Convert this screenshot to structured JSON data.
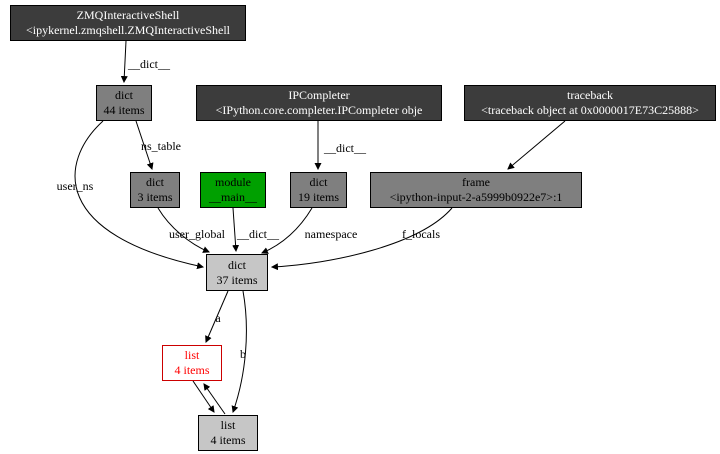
{
  "diagram": {
    "title": "object reference graph",
    "colors": {
      "dark_node_bg": "#3c3c3c",
      "dark_node_text": "#ffffff",
      "mid_node_bg": "#7f7f7f",
      "light_node_bg": "#c6c6c6",
      "green_node_bg": "#00a000",
      "highlight_text": "#ff0000",
      "edge_color": "#000000",
      "background": "#ffffff"
    },
    "nodes": [
      {
        "id": "zmq-shell",
        "line1": "ZMQInteractiveShell",
        "line2": "<ipykernel.zmqshell.ZMQInteractiveShell"
      },
      {
        "id": "dict-44",
        "line1": "dict",
        "line2": "44 items"
      },
      {
        "id": "ipcompleter",
        "line1": "IPCompleter",
        "line2": "<IPython.core.completer.IPCompleter obje"
      },
      {
        "id": "traceback",
        "line1": "traceback",
        "line2": "<traceback object at 0x0000017E73C25888>"
      },
      {
        "id": "dict-3",
        "line1": "dict",
        "line2": "3 items"
      },
      {
        "id": "module-main",
        "line1": "module",
        "line2": "__main__"
      },
      {
        "id": "dict-19",
        "line1": "dict",
        "line2": "19 items"
      },
      {
        "id": "frame",
        "line1": "frame",
        "line2": "<ipython-input-2-a5999b0922e7>:1"
      },
      {
        "id": "dict-37",
        "line1": "dict",
        "line2": "37 items"
      },
      {
        "id": "list-a",
        "line1": "list",
        "line2": "4 items"
      },
      {
        "id": "list-b",
        "line1": "list",
        "line2": "4 items"
      }
    ],
    "edge_labels": [
      {
        "id": "zmq-to-dict44",
        "label": "__dict__"
      },
      {
        "id": "dict44-to-dict3",
        "label": "ns_table"
      },
      {
        "id": "dict44-to-dict37",
        "label": "user_ns"
      },
      {
        "id": "dict3-to-dict37",
        "label": "user_global"
      },
      {
        "id": "module-to-dict37",
        "label": "__dict__"
      },
      {
        "id": "ipc-to-dict19",
        "label": "__dict__"
      },
      {
        "id": "dict19-to-dict37",
        "label": "namespace"
      },
      {
        "id": "frame-to-dict37",
        "label": "f_locals"
      },
      {
        "id": "dict37-to-lista",
        "label": "a"
      },
      {
        "id": "dict37-to-listb",
        "label": "b"
      }
    ]
  }
}
